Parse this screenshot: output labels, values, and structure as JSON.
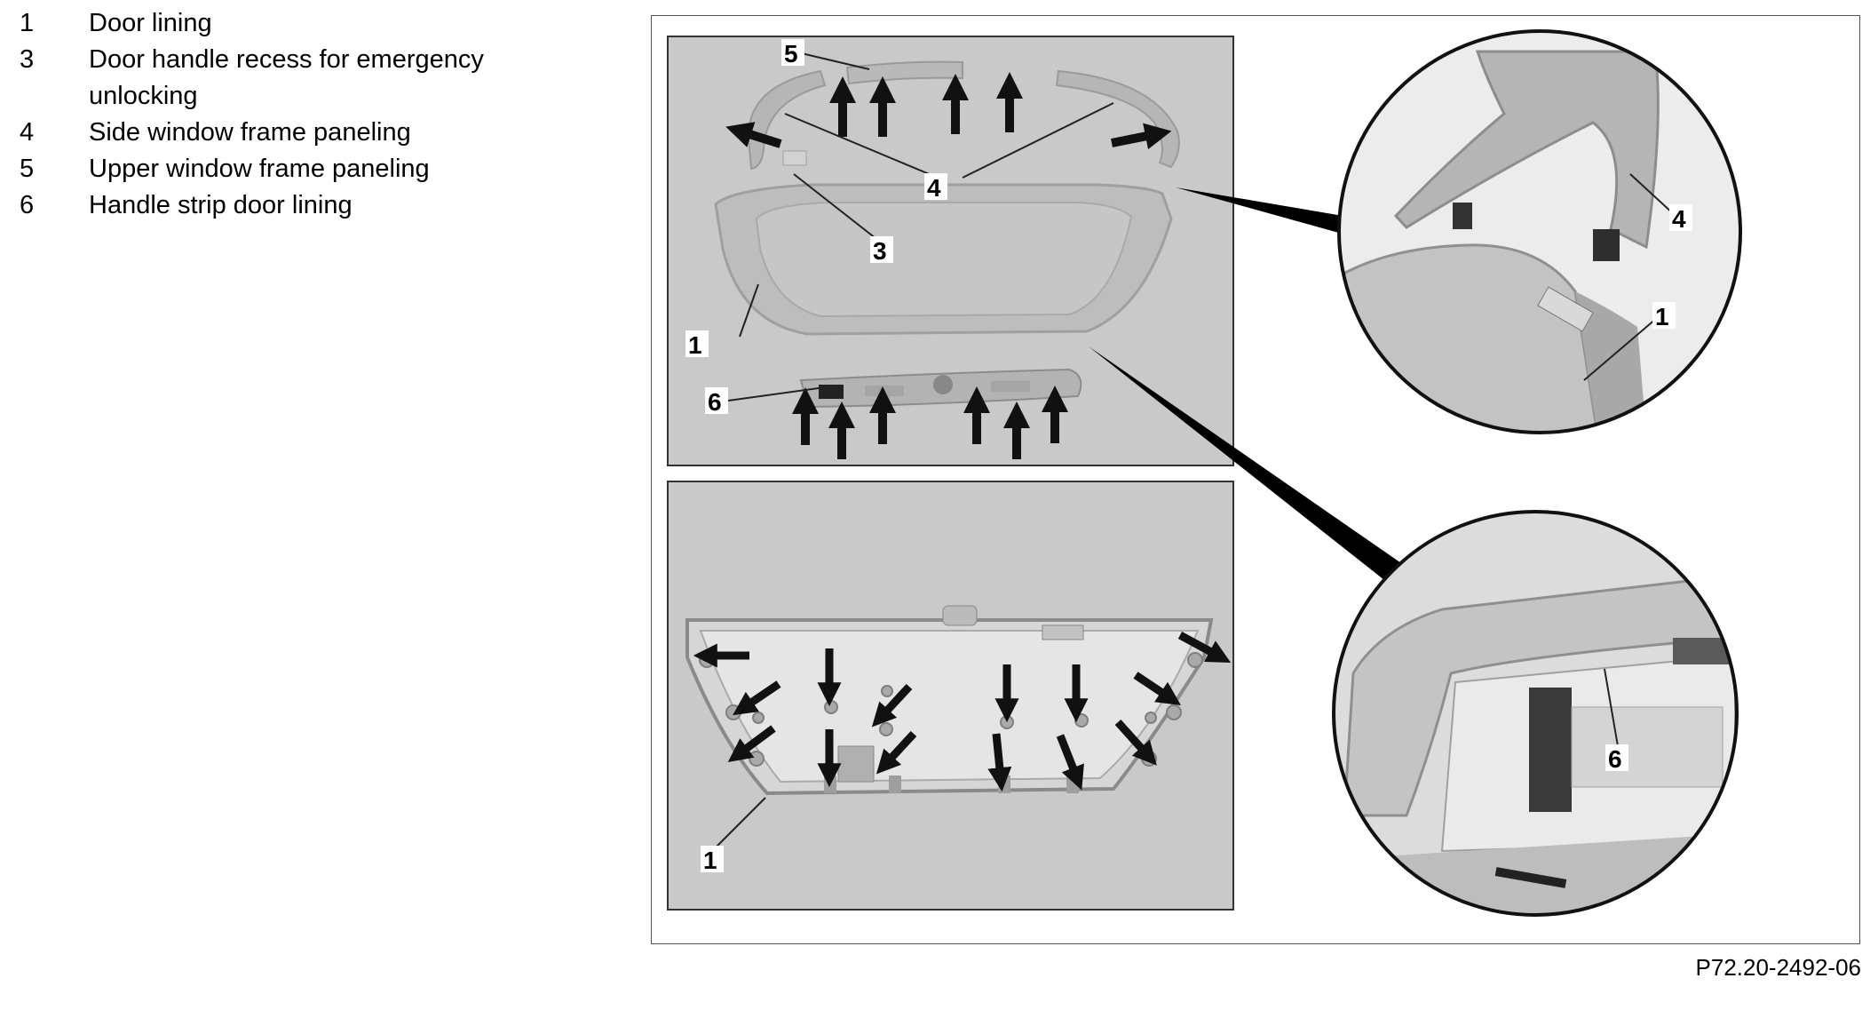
{
  "legend": [
    {
      "num": "1",
      "text": "Door lining"
    },
    {
      "num": "3",
      "text": "Door handle recess for emergency unlocking"
    },
    {
      "num": "4",
      "text": "Side window frame paneling"
    },
    {
      "num": "5",
      "text": "Upper window frame paneling"
    },
    {
      "num": "6",
      "text": "Handle strip door lining"
    }
  ],
  "callouts": {
    "top_5": "5",
    "top_4": "4",
    "top_3": "3",
    "top_1": "1",
    "top_6": "6",
    "bottom_1": "1",
    "detail_upper_4": "4",
    "detail_upper_1": "1",
    "detail_lower_6": "6"
  },
  "figure_code": "P72.20-2492-06"
}
